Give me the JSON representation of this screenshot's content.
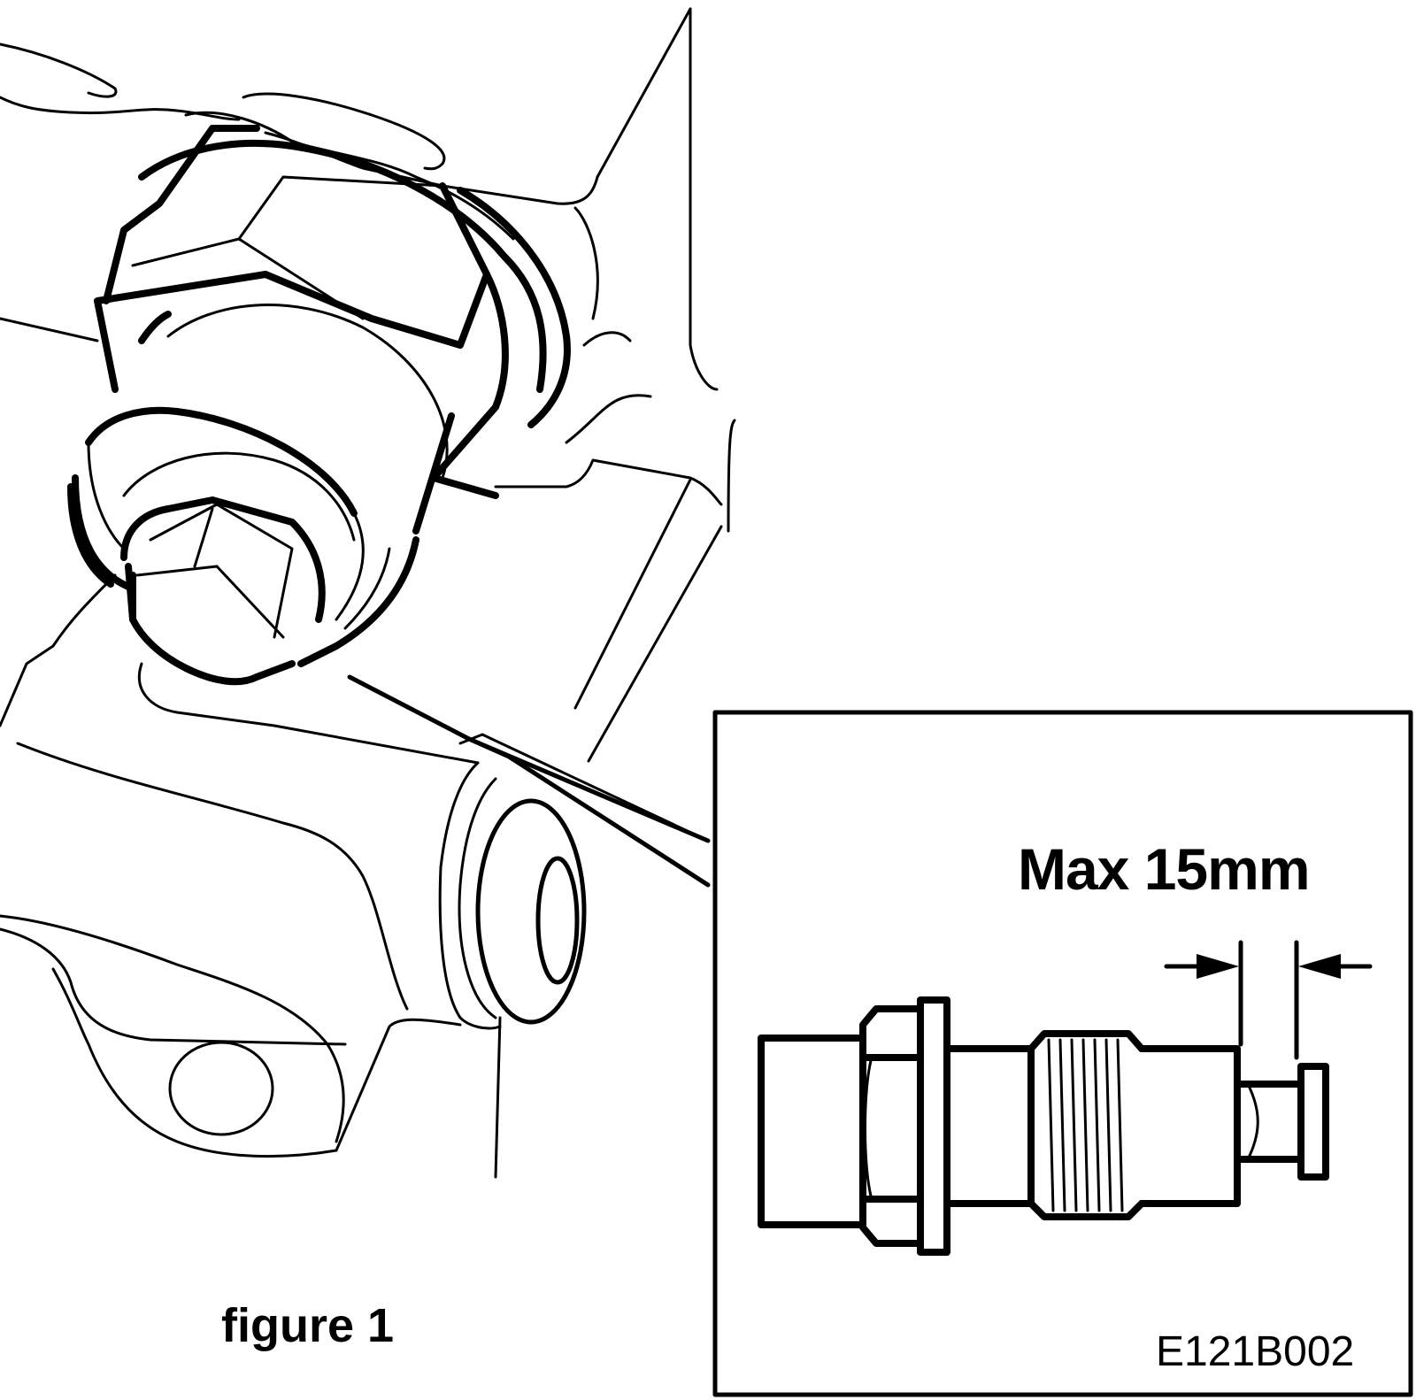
{
  "diagram": {
    "dimension_label": "Max 15mm",
    "figure_caption": "figure 1",
    "reference_code": "E121B002"
  }
}
